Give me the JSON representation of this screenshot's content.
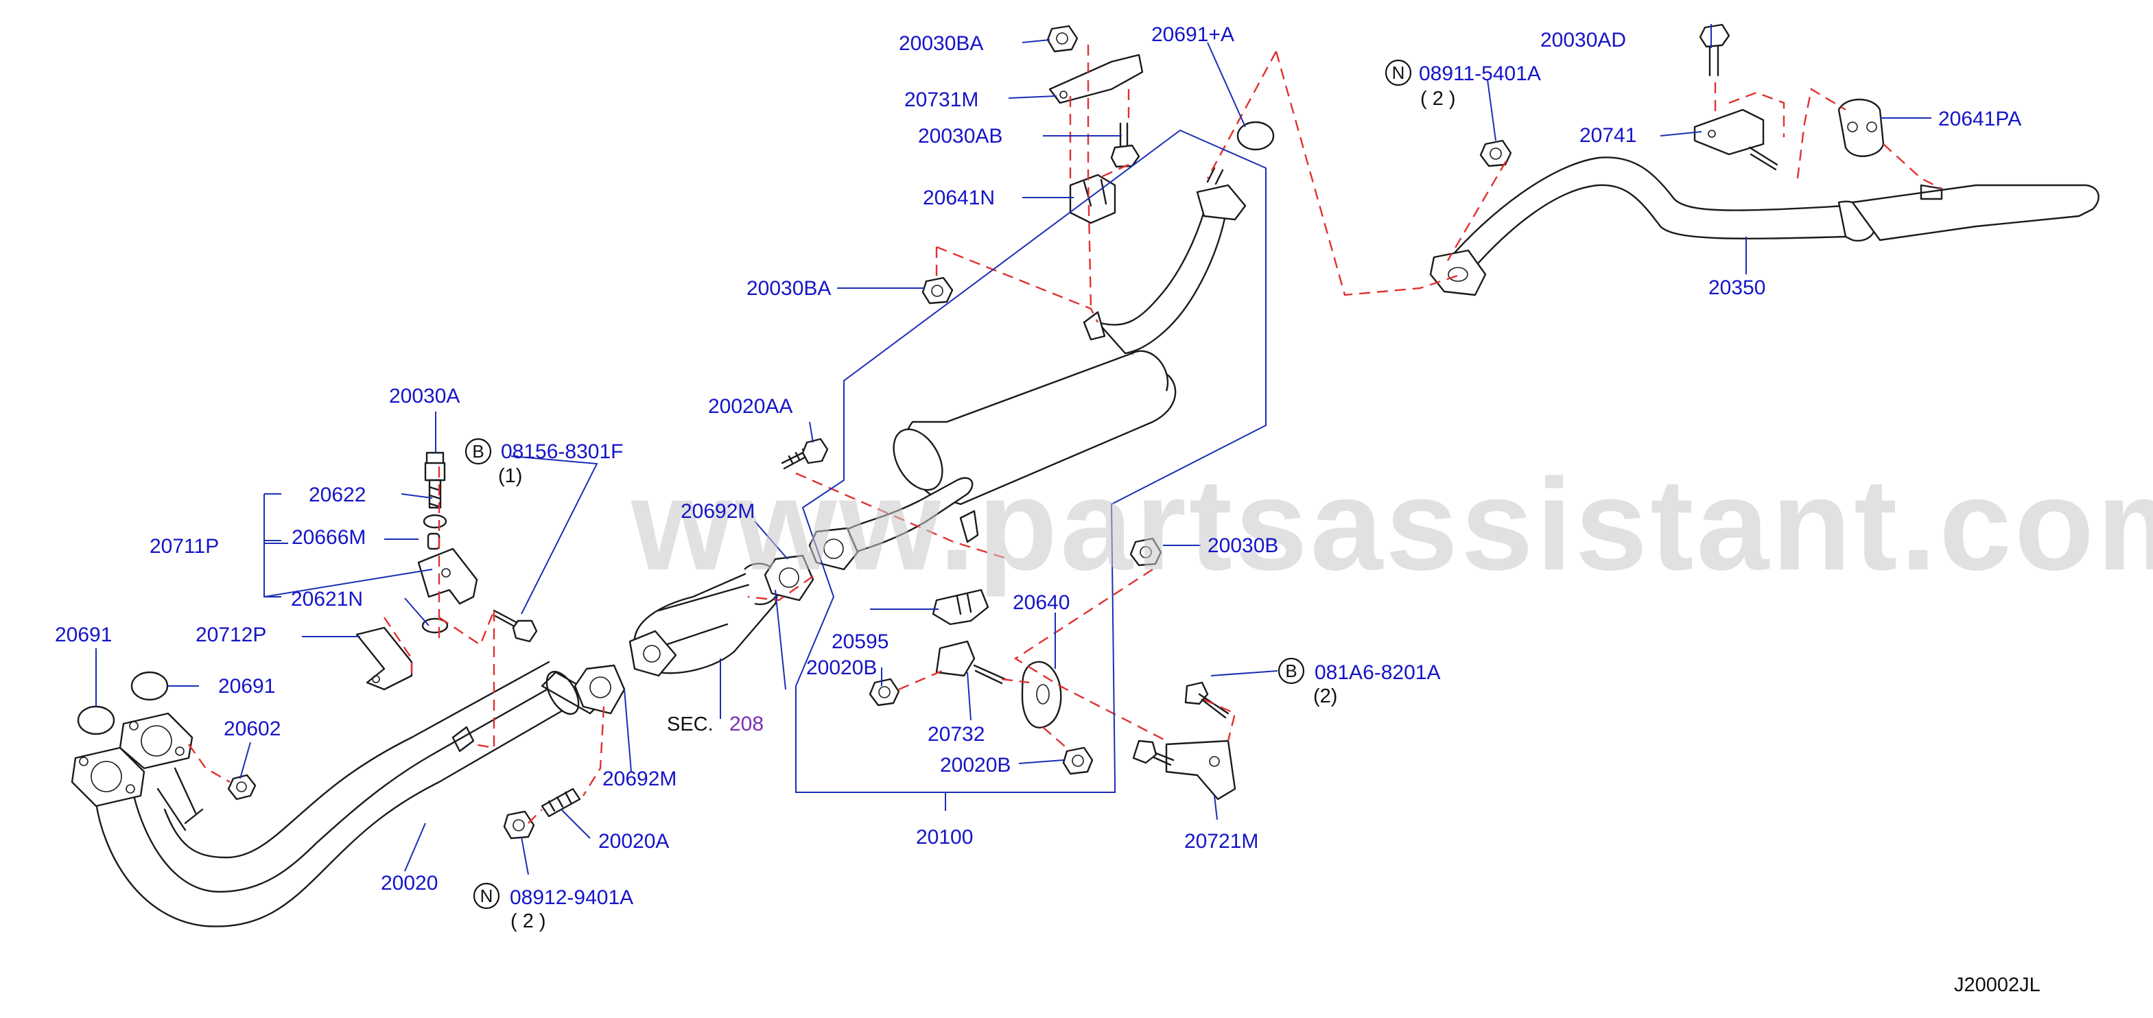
{
  "watermark": "www.partsassistant.com",
  "diagram_code": "J20002JL",
  "section_ref": {
    "prefix": "SEC.",
    "number": "208"
  },
  "markers": {
    "bolt": "B",
    "nut": "N"
  },
  "labels": {
    "p20030BA_top": "20030BA",
    "p20731M": "20731M",
    "p20030AB": "20030AB",
    "p20641N": "20641N",
    "p20030BA_mid": "20030BA",
    "p20691A": "20691+A",
    "p08911": "08911-5401A",
    "p08911_qty": "( 2 )",
    "p20030AD": "20030AD",
    "p20741": "20741",
    "p20641PA": "20641PA",
    "p20350": "20350",
    "p20030A": "20030A",
    "p08156": "08156-8301F",
    "p08156_qty": "(1)",
    "p20622": "20622",
    "p20711P": "20711P",
    "p20666M": "20666M",
    "p20621N": "20621N",
    "p20712P": "20712P",
    "p20691_1": "20691",
    "p20691_2": "20691",
    "p20602": "20602",
    "p20020": "20020",
    "p20020AA": "20020AA",
    "p20692M_top": "20692M",
    "p20692M_bot": "20692M",
    "p20020A": "20020A",
    "p08912": "08912-9401A",
    "p08912_qty": "( 2 )",
    "p20030B": "20030B",
    "p20640": "20640",
    "p20595": "20595",
    "p20020B_top": "20020B",
    "p20732": "20732",
    "p20020B_bot": "20020B",
    "p20100": "20100",
    "p081A6": "081A6-8201A",
    "p081A6_qty": "(2)",
    "p20721M": "20721M"
  }
}
